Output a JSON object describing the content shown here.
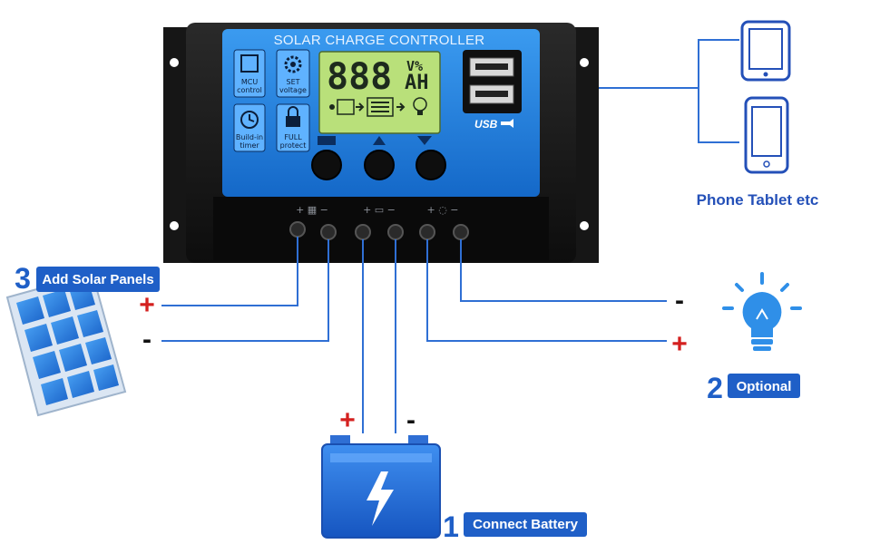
{
  "controller": {
    "title": "SOLAR CHARGE CONTROLLER",
    "lcd_digits": "888",
    "lcd_unit_top": "V%",
    "lcd_unit_bottom": "AH",
    "usb_label": "USB",
    "features": [
      {
        "label_line1": "MCU",
        "label_line2": "control",
        "icon": "chip-icon"
      },
      {
        "label_line1": "SET",
        "label_line2": "voltage",
        "icon": "gear-icon"
      },
      {
        "label_line1": "Build-in",
        "label_line2": "timer",
        "icon": "clock-icon"
      },
      {
        "label_line1": "FULL",
        "label_line2": "protect",
        "icon": "lock-icon"
      }
    ],
    "terminal_labels": [
      "+ ▦ −",
      "+ ▭ −",
      "+ ◌ −"
    ]
  },
  "labels": {
    "solar": {
      "number": "3",
      "text": "Add Solar Panels"
    },
    "battery": {
      "number": "1",
      "text": "Connect Battery"
    },
    "load": {
      "number": "2",
      "text": "Optional"
    },
    "devices": "Phone Tablet etc"
  },
  "signs": {
    "plus": "+",
    "minus": "-"
  },
  "colors": {
    "panel_blue": "#1e7fe0",
    "housing": "#1c1c1c",
    "lcd_green": "#b9e07a",
    "wire_blue": "#2f6fd4",
    "plus_red": "#d4201f",
    "badge_blue": "#1f5fc7"
  }
}
